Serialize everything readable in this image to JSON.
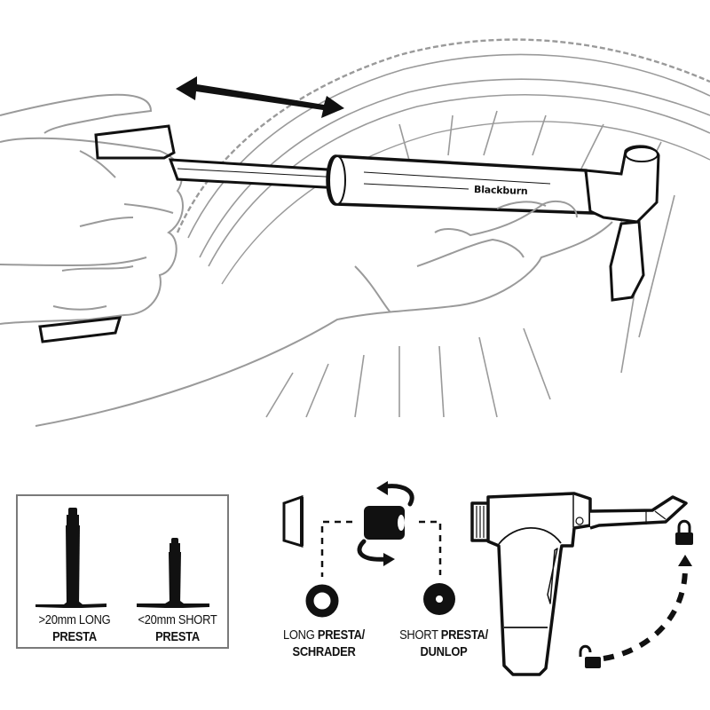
{
  "illustration": {
    "subject": "Mini bike pump inflating a tire (pumping motion)",
    "motion_arrow": "double-headed-arrow",
    "pump_brand_label": "Blackburn",
    "colors": {
      "line_dark": "#111111",
      "line_light": "#9a9a9a",
      "background": "#ffffff",
      "box_border": "#7a7a7a"
    }
  },
  "valve_types": {
    "items": [
      {
        "line1_regular": ">20mm LONG",
        "line2_bold": "PRESTA",
        "icon": "long-presta-valve-icon"
      },
      {
        "line1_regular": "<20mm SHORT",
        "line2_bold": "PRESTA",
        "icon": "short-presta-valve-icon"
      }
    ]
  },
  "adapter_diagram": {
    "rotate_icon": "flip-arrows-icon",
    "options": [
      {
        "regular": "LONG ",
        "bold": "PRESTA/",
        "line2_bold": "SCHRADER",
        "icon": "ring-large-hole-icon"
      },
      {
        "regular": "SHORT ",
        "bold": "PRESTA/",
        "line2_bold": "DUNLOP",
        "icon": "ring-small-hole-icon"
      }
    ]
  },
  "lever_diagram": {
    "locked_icon": "lock-closed-icon",
    "unlocked_icon": "lock-open-icon",
    "direction": "rotate lever up to lock"
  }
}
